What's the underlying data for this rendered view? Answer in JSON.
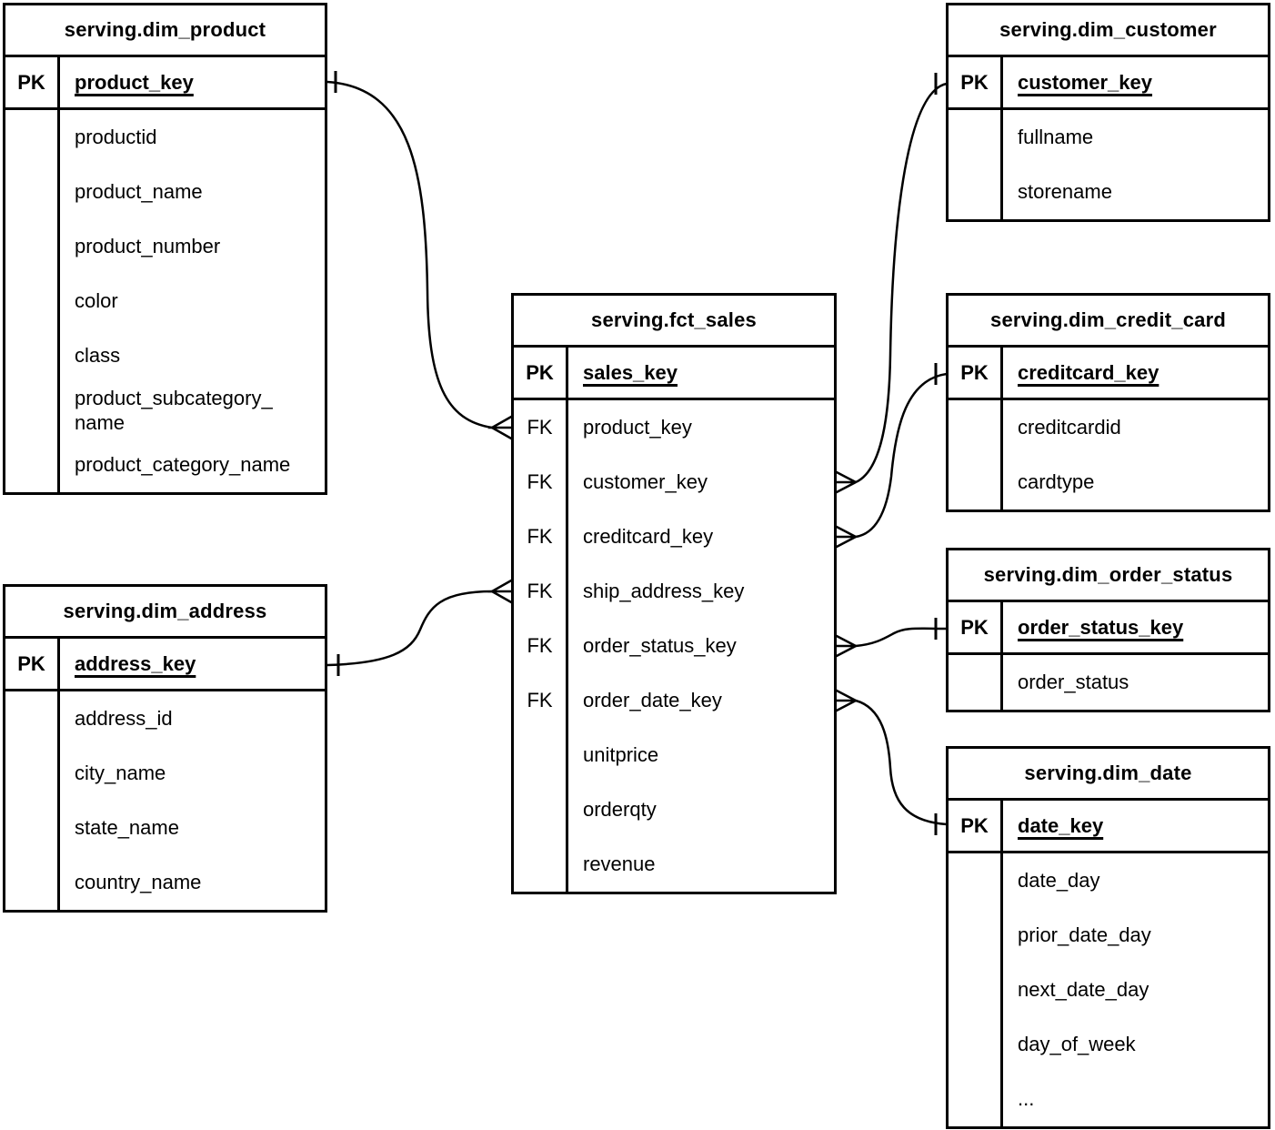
{
  "diagram": {
    "colors": {
      "background": "#ffffff",
      "line": "#000000",
      "text": "#000000"
    },
    "tables": {
      "dim_product": {
        "title": "serving.dim_product",
        "pk_label": "PK",
        "pk_name": "product_key",
        "rows": [
          {
            "key": "",
            "name": "productid"
          },
          {
            "key": "",
            "name": "product_name"
          },
          {
            "key": "",
            "name": "product_number"
          },
          {
            "key": "",
            "name": "color"
          },
          {
            "key": "",
            "name": "class"
          },
          {
            "key": "",
            "name": "product_subcategory_\nname"
          },
          {
            "key": "",
            "name": "product_category_name"
          }
        ]
      },
      "dim_address": {
        "title": "serving.dim_address",
        "pk_label": "PK",
        "pk_name": "address_key",
        "rows": [
          {
            "key": "",
            "name": "address_id"
          },
          {
            "key": "",
            "name": "city_name"
          },
          {
            "key": "",
            "name": "state_name"
          },
          {
            "key": "",
            "name": "country_name"
          }
        ]
      },
      "fct_sales": {
        "title": "serving.fct_sales",
        "pk_label": "PK",
        "pk_name": "sales_key",
        "rows": [
          {
            "key": "FK",
            "name": "product_key"
          },
          {
            "key": "FK",
            "name": "customer_key"
          },
          {
            "key": "FK",
            "name": "creditcard_key"
          },
          {
            "key": "FK",
            "name": "ship_address_key"
          },
          {
            "key": "FK",
            "name": "order_status_key"
          },
          {
            "key": "FK",
            "name": "order_date_key"
          },
          {
            "key": "",
            "name": "unitprice"
          },
          {
            "key": "",
            "name": "orderqty"
          },
          {
            "key": "",
            "name": "revenue"
          }
        ]
      },
      "dim_customer": {
        "title": "serving.dim_customer",
        "pk_label": "PK",
        "pk_name": "customer_key",
        "rows": [
          {
            "key": "",
            "name": "fullname"
          },
          {
            "key": "",
            "name": "storename"
          }
        ]
      },
      "dim_credit_card": {
        "title": "serving.dim_credit_card",
        "pk_label": "PK",
        "pk_name": "creditcard_key",
        "rows": [
          {
            "key": "",
            "name": "creditcardid"
          },
          {
            "key": "",
            "name": "cardtype"
          }
        ]
      },
      "dim_order_status": {
        "title": "serving.dim_order_status",
        "pk_label": "PK",
        "pk_name": "order_status_key",
        "rows": [
          {
            "key": "",
            "name": "order_status"
          }
        ]
      },
      "dim_date": {
        "title": "serving.dim_date",
        "pk_label": "PK",
        "pk_name": "date_key",
        "rows": [
          {
            "key": "",
            "name": "date_day"
          },
          {
            "key": "",
            "name": "prior_date_day"
          },
          {
            "key": "",
            "name": "next_date_day"
          },
          {
            "key": "",
            "name": "day_of_week"
          },
          {
            "key": "",
            "name": "..."
          }
        ]
      }
    },
    "relationships": [
      {
        "many": "serving.fct_sales.product_key",
        "one": "serving.dim_product.product_key",
        "cardinality": "many-to-one"
      },
      {
        "many": "serving.fct_sales.customer_key",
        "one": "serving.dim_customer.customer_key",
        "cardinality": "many-to-one"
      },
      {
        "many": "serving.fct_sales.creditcard_key",
        "one": "serving.dim_credit_card.creditcard_key",
        "cardinality": "many-to-one"
      },
      {
        "many": "serving.fct_sales.ship_address_key",
        "one": "serving.dim_address.address_key",
        "cardinality": "many-to-one"
      },
      {
        "many": "serving.fct_sales.order_status_key",
        "one": "serving.dim_order_status.order_status_key",
        "cardinality": "many-to-one"
      },
      {
        "many": "serving.fct_sales.order_date_key",
        "one": "serving.dim_date.date_key",
        "cardinality": "many-to-one"
      }
    ]
  }
}
